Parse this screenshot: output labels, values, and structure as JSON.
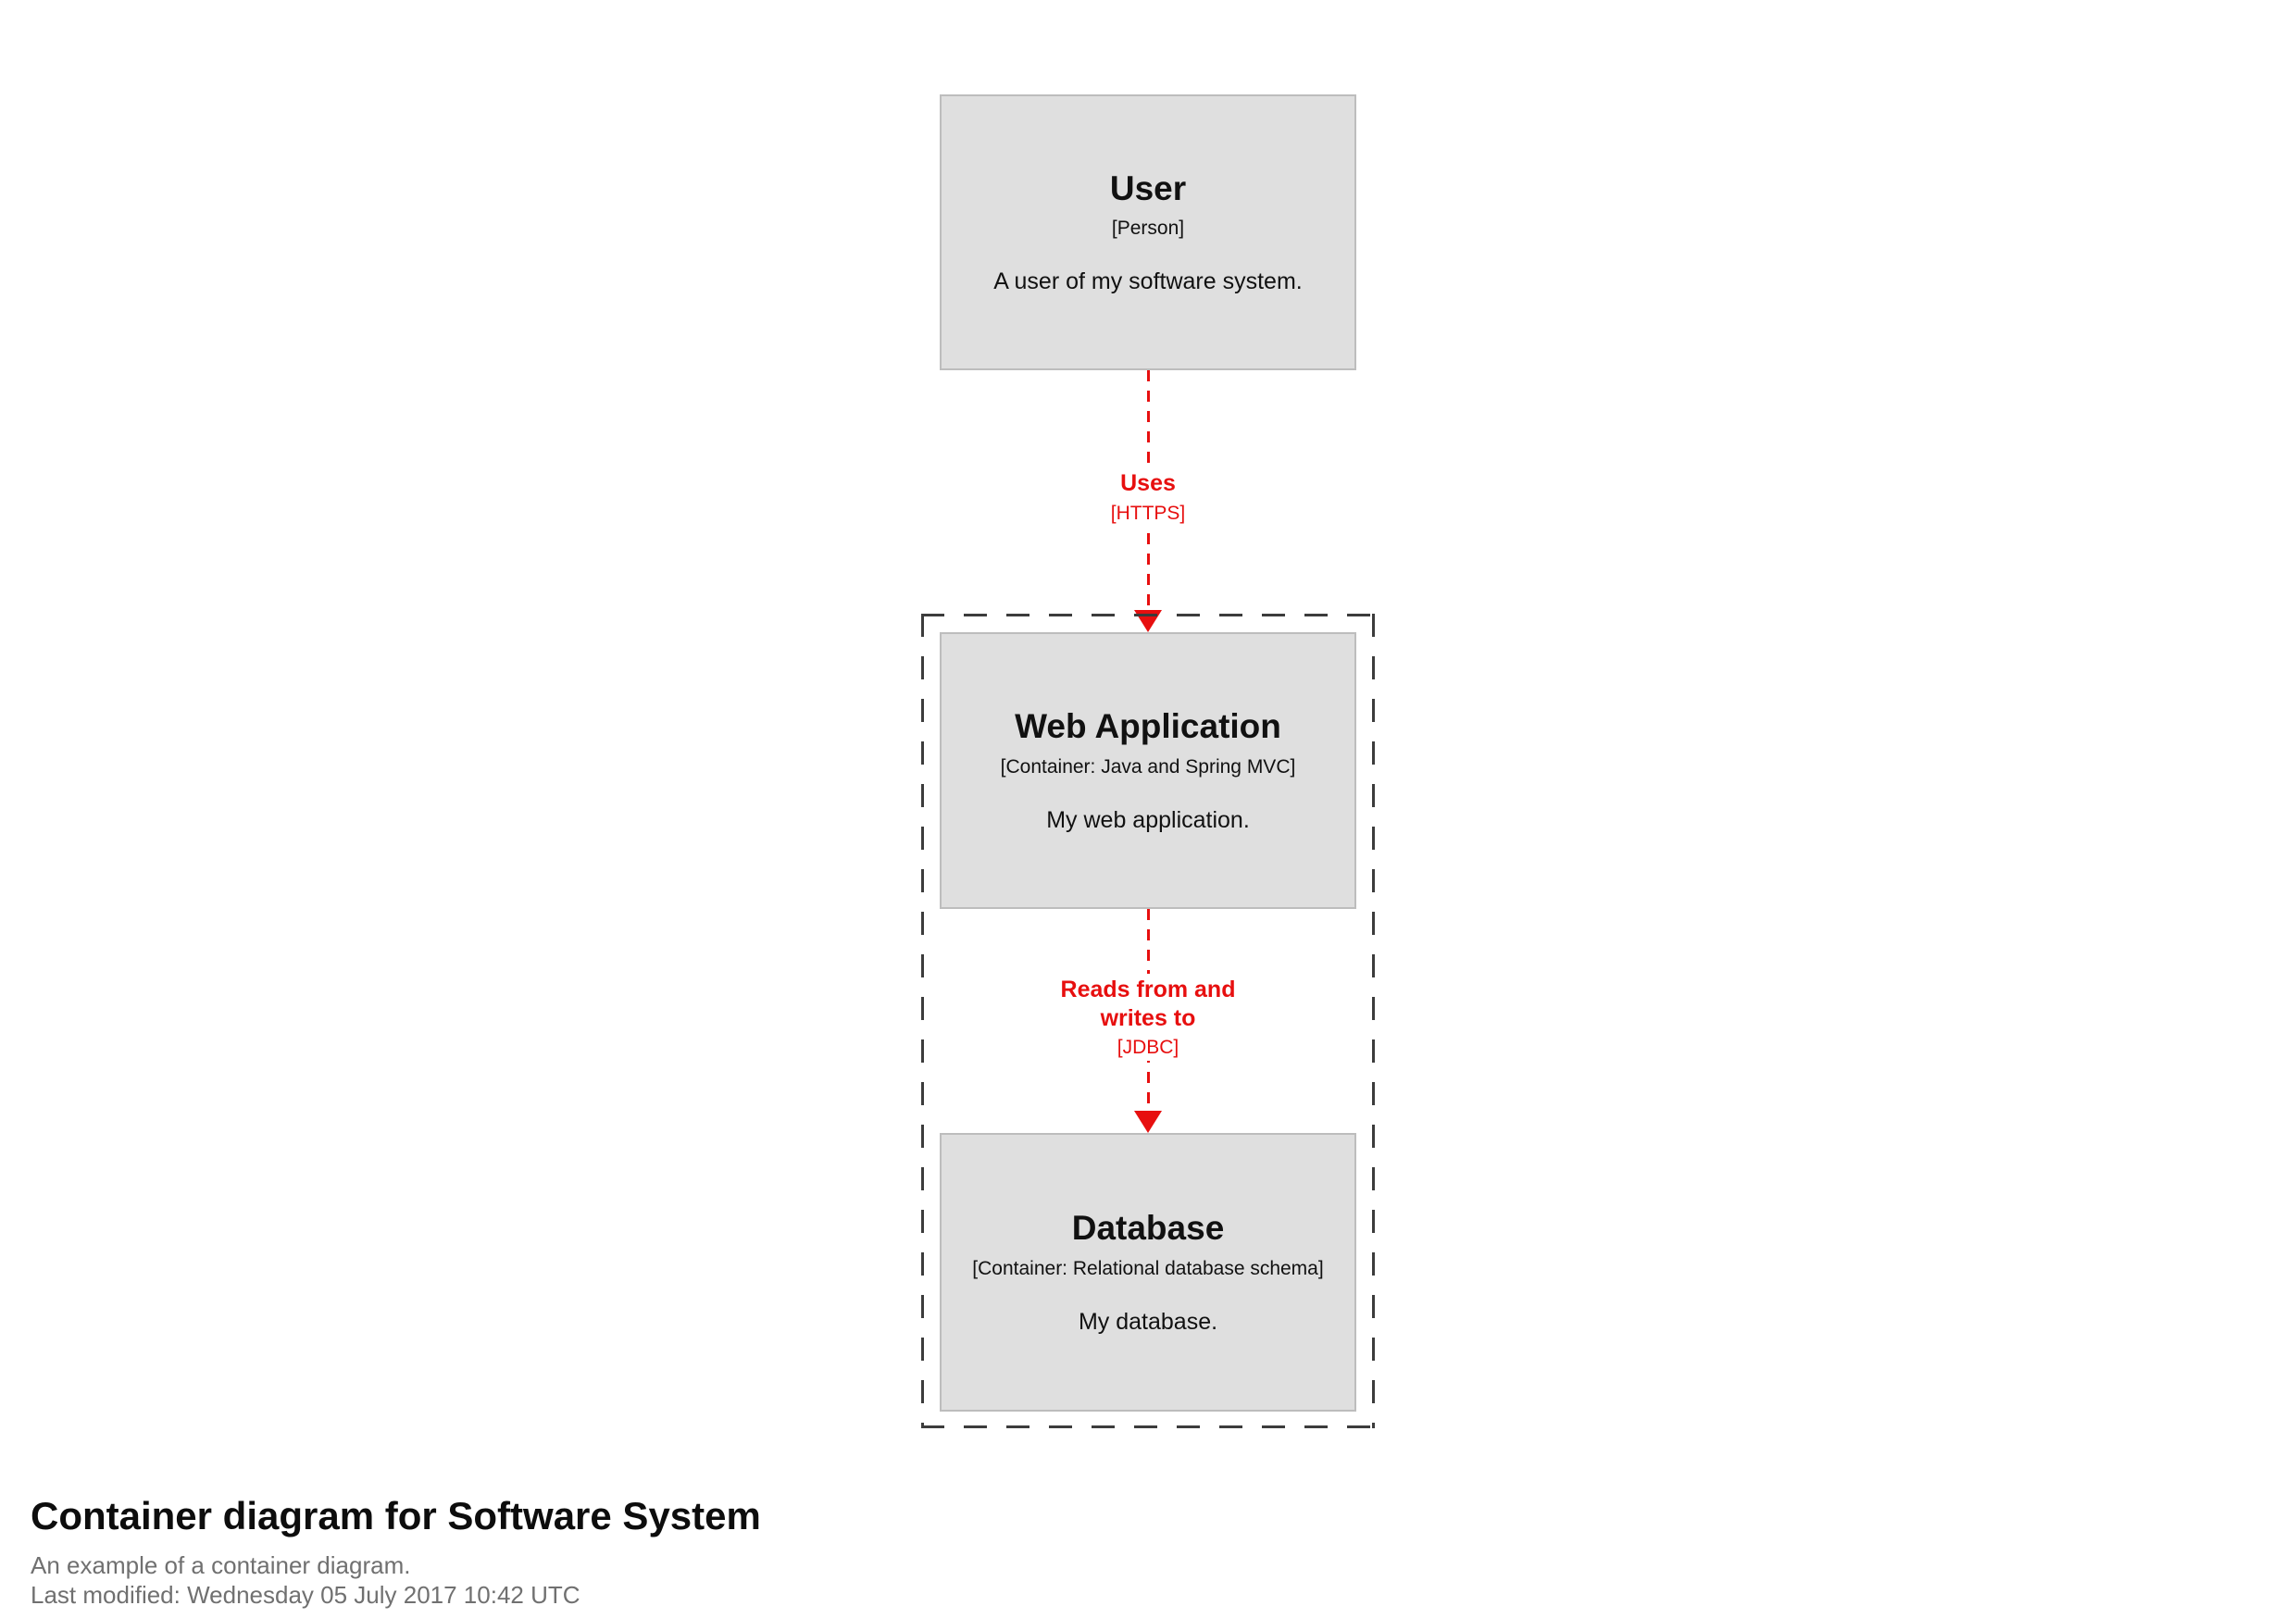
{
  "diagram": {
    "nodes": [
      {
        "key": "user",
        "title": "User",
        "meta": "[Person]",
        "description": "A user of my software system."
      },
      {
        "key": "web_application",
        "title": "Web Application",
        "meta": "[Container: Java and Spring MVC]",
        "description": "My web application."
      },
      {
        "key": "database",
        "title": "Database",
        "meta": "[Container: Relational database schema]",
        "description": "My database."
      }
    ],
    "relationships": [
      {
        "key": "uses",
        "name": "Uses",
        "technology": "[HTTPS]"
      },
      {
        "key": "reads_writes",
        "name": "Reads from and writes to",
        "technology": "[JDBC]"
      }
    ],
    "colors": {
      "node_fill": "#dfdfdf",
      "node_border": "#bdbdbd",
      "node_text": "#111111",
      "relationship": "#e70f0f",
      "boundary": "#3c3c3c",
      "footer_muted": "#707070"
    }
  },
  "footer": {
    "title": "Container diagram for Software System",
    "subtitle": "An example of a container diagram.",
    "last_modified": "Last modified: Wednesday 05 July 2017 10:42 UTC"
  }
}
